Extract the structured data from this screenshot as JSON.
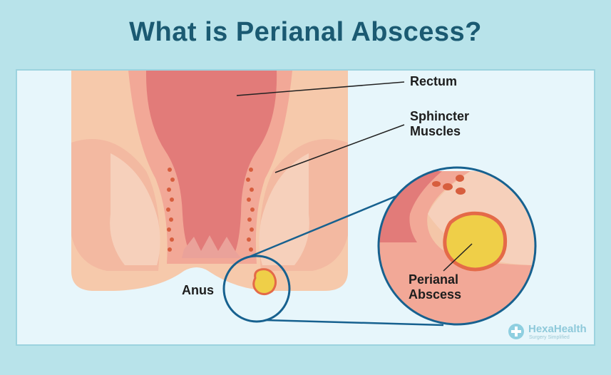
{
  "title": "What is Perianal Abscess?",
  "labels": {
    "rectum": "Rectum",
    "sphincter_line1": "Sphincter",
    "sphincter_line2": "Muscles",
    "anus": "Anus",
    "abscess_line1": "Perianal",
    "abscess_line2": "Abscess"
  },
  "brand": {
    "name": "HexaHealth",
    "tagline": "Surgery Simplified"
  },
  "colors": {
    "background": "#b8e3ea",
    "panel": "#e7f6fb",
    "title": "#1b5a72",
    "skin": "#f4c3a3",
    "muscle": "#f0a995",
    "rectum": "#e27b79",
    "abscess": "#f0d24e",
    "ring": "#17618f"
  }
}
